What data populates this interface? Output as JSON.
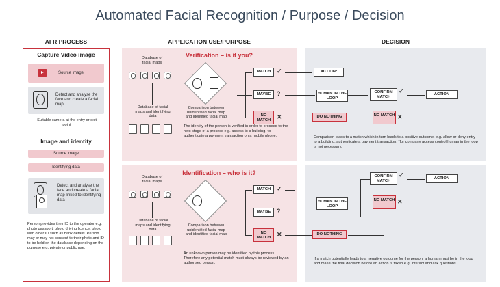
{
  "title": "Automated Facial Recognition / Purpose / Decision",
  "columns": {
    "afr": "AFR PROCESS",
    "app": "APPLICATION USE/PURPOSE",
    "decision": "DECISION"
  },
  "afr_process": {
    "capture_heading": "Capture Video image",
    "source_image": "Source image",
    "detect_label": "Detect and analyse the face and create a facial map",
    "camera_note": "Suitable camera at the entry or exit point",
    "identity_heading": "Image and identity",
    "source_image_2": "Source image",
    "identifying_data": "Identifying data",
    "detect_label_2": "Detect and analyse the face and create a facial map linked to identifying data",
    "footnote": "Person provides their ID to the operator e.g. photo passport, photo driving licence, photo with other ID such as bank details. Person may or may not consent to their photo and ID to be held on the database depending on the purpose e.g. private or public use."
  },
  "verification": {
    "title": "Verification – is it you?",
    "db_top": "Database of facial maps",
    "db_bottom": "Database of facial maps and identifying data",
    "comparison": "Comparison between unidentified facial map and identified facial map",
    "match": "MATCH",
    "maybe": "MAYBE",
    "no_match": "NO MATCH",
    "description": "The identity of the person is verified in order to proceed to the next stage of a process e.g. access to a building, to authenticate a payment transaction on a mobile phone."
  },
  "verification_decision": {
    "action_star": "ACTION*",
    "human_loop": "HUMAN IN THE LOOP",
    "confirm_match": "CONFIRM MATCH",
    "action": "ACTION",
    "no_match": "NO MATCH",
    "do_nothing": "DO NOTHING",
    "description": "Comparison leads to a match which in turn leads to a positive outcome. e.g. allow or deny entry to a building, authenticate a payment transaction. *for company access control human in the loop is not necessary."
  },
  "identification": {
    "title": "Identification – who is it?",
    "db_top": "Database of facial maps",
    "db_bottom": "Database of facial maps and identifying data",
    "comparison": "Comparison between unidentified facial map and identified facial map",
    "match": "MATCH",
    "maybe": "MAYBE",
    "no_match": "NO MATCH",
    "description": "An unknown person may be identified by this process. Therefore any potential match must always be reviewed by an authorised person."
  },
  "identification_decision": {
    "human_loop": "HUMAN IN THE LOOP",
    "confirm_match": "CONFIRM MATCH",
    "action": "ACTION",
    "no_match": "NO MATCH",
    "do_nothing": "DO NOTHING",
    "description": "If a match potentially leads to a negative outcome for the person, a human must be in the loop and make the final decision before an action is taken e.g. interact and ask questions."
  },
  "colors": {
    "accent": "#c8323c",
    "pink_panel": "#f6e3e5",
    "grey_panel": "#e8eaee",
    "title": "#3a4a5c"
  }
}
